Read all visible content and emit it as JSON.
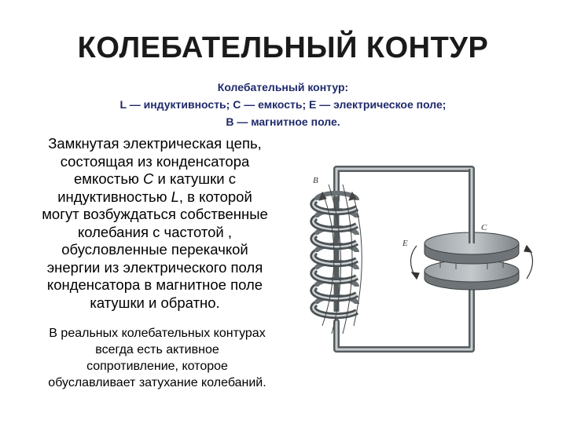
{
  "slide": {
    "title": "КОЛЕБАТЕЛЬНЫЙ КОНТУР"
  },
  "caption": {
    "line1": "Колебательный контур:",
    "line2": "L — индуктивность; С — емкость; Е — электрическое поле;",
    "line3": "В — магнитное поле."
  },
  "main_text": {
    "line1": "Замкнутая электрическая цепь,",
    "line2": "состоящая из конденсатора",
    "line3_a": "емкостью ",
    "line3_b": "С",
    "line3_c": " и катушки с",
    "line4_a": "индуктивностью ",
    "line4_b": "L",
    "line4_c": ", в которой",
    "line5": "могут возбуждаться собственные",
    "line6": "колебания с частотой ,",
    "line7": "обусловленные перекачкой",
    "line8": "энергии из электрического поля",
    "line9": "конденсатора в магнитное поле",
    "line10": "катушки и обратно."
  },
  "secondary_text": {
    "line1": "В реальных колебательных контурах",
    "line2": "всегда есть активное",
    "line3": "сопротивление, которое",
    "line4": "обуславливает затухание колебаний."
  },
  "diagram": {
    "label_b": "B",
    "label_e": "E",
    "label_c": "C",
    "wire_color": "#7d8588",
    "plate_color": "#8a9094"
  }
}
